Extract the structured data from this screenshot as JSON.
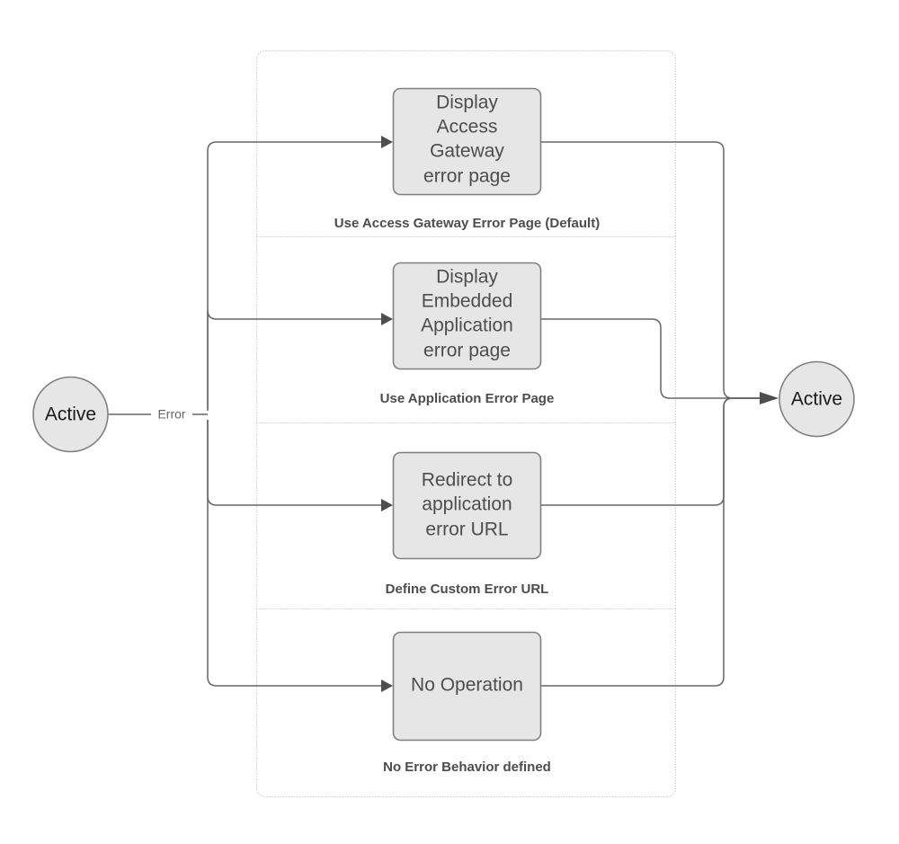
{
  "diagram": {
    "type": "state-flow-diagram",
    "background_color": "#ffffff",
    "node_fill_color": "#e6e6e6",
    "node_stroke_color": "#808080",
    "edge_color": "#666666",
    "container_stroke_color": "#b3b3b3"
  },
  "states": {
    "start": {
      "label": "Active"
    },
    "end": {
      "label": "Active"
    }
  },
  "edges": {
    "error_label": "Error"
  },
  "lanes": [
    {
      "id": "lane-default",
      "title": "Use Access Gateway Error Page (Default)",
      "action": {
        "lines": [
          "Display",
          "Access",
          "Gateway",
          "error page"
        ]
      }
    },
    {
      "id": "lane-application",
      "title": "Use Application Error Page",
      "action": {
        "lines": [
          "Display",
          "Embedded",
          "Application",
          "error page"
        ]
      }
    },
    {
      "id": "lane-custom-url",
      "title": "Define Custom Error URL",
      "action": {
        "lines": [
          "Redirect to",
          "application",
          "error URL"
        ]
      }
    },
    {
      "id": "lane-no-behavior",
      "title": "No Error Behavior defined",
      "action": {
        "lines": [
          "No Operation"
        ]
      }
    }
  ]
}
